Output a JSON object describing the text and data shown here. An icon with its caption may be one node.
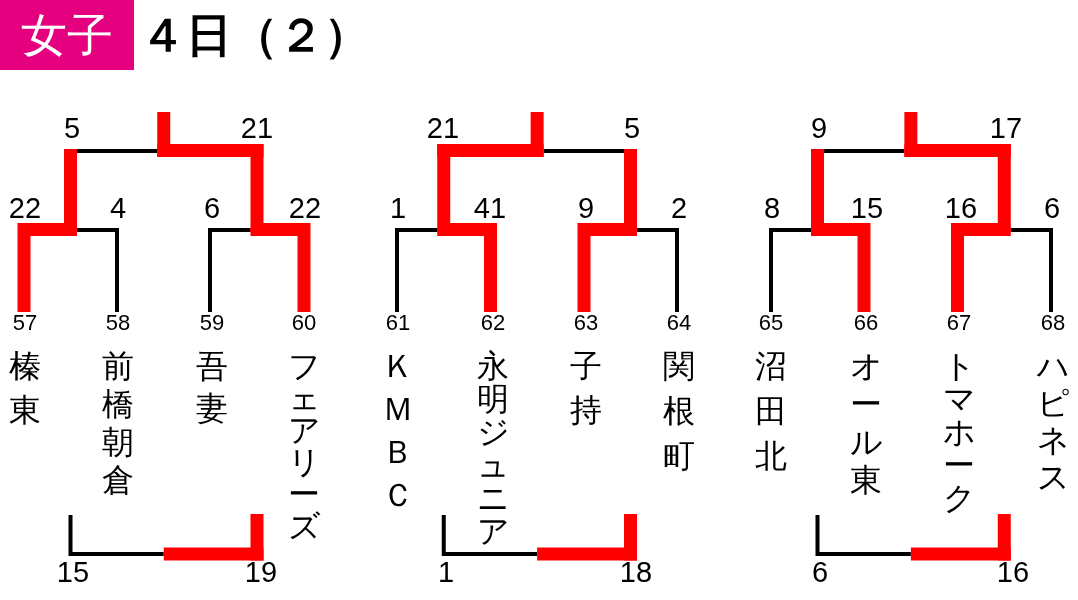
{
  "diagram": {
    "title": "４日（２）",
    "nodes": [
      {
        "text": [
          "女子"
        ]
      },
      {
        "text": [
          "榛東"
        ],
        "beside": [
          "57"
        ]
      },
      {
        "text": [
          "前橋朝倉"
        ],
        "beside": [
          "58"
        ]
      },
      {
        "text": [
          "吾妻"
        ],
        "beside": [
          "59"
        ]
      },
      {
        "text": [
          "フェアリーズ"
        ],
        "beside": [
          "60"
        ]
      },
      {
        "text": [
          "ＫＭＢＣ"
        ],
        "beside": [
          "61"
        ]
      },
      {
        "text": [
          "永明ジュニア"
        ],
        "beside": [
          "62"
        ]
      },
      {
        "text": [
          "子持"
        ],
        "beside": [
          "63"
        ]
      },
      {
        "text": [
          "関根町"
        ],
        "beside": [
          "64"
        ]
      },
      {
        "text": [
          "沼田北"
        ],
        "beside": [
          "65"
        ]
      },
      {
        "text": [
          "オール東"
        ],
        "beside": [
          "66"
        ]
      },
      {
        "text": [
          "トマホーク"
        ],
        "beside": [
          "67"
        ]
      },
      {
        "text": [
          "ハピネス"
        ],
        "beside": [
          "68"
        ]
      }
    ],
    "edges": [
      {
        "from": 1,
        "to": 2,
        "arrow": "none"
      },
      {
        "from": 3,
        "to": 4,
        "arrow": "none"
      },
      {
        "from": 5,
        "to": 6,
        "arrow": "none"
      },
      {
        "from": 7,
        "to": 8,
        "arrow": "none"
      },
      {
        "from": 9,
        "to": 10,
        "arrow": "none"
      },
      {
        "from": 11,
        "to": 12,
        "arrow": "none"
      }
    ],
    "labels": [
      "5",
      "21",
      "21",
      "5",
      "9",
      "17",
      "22",
      "4",
      "6",
      "22",
      "1",
      "41",
      "9",
      "2",
      "8",
      "15",
      "16",
      "6",
      "15",
      "19",
      "1",
      "18",
      "6",
      "16"
    ]
  }
}
